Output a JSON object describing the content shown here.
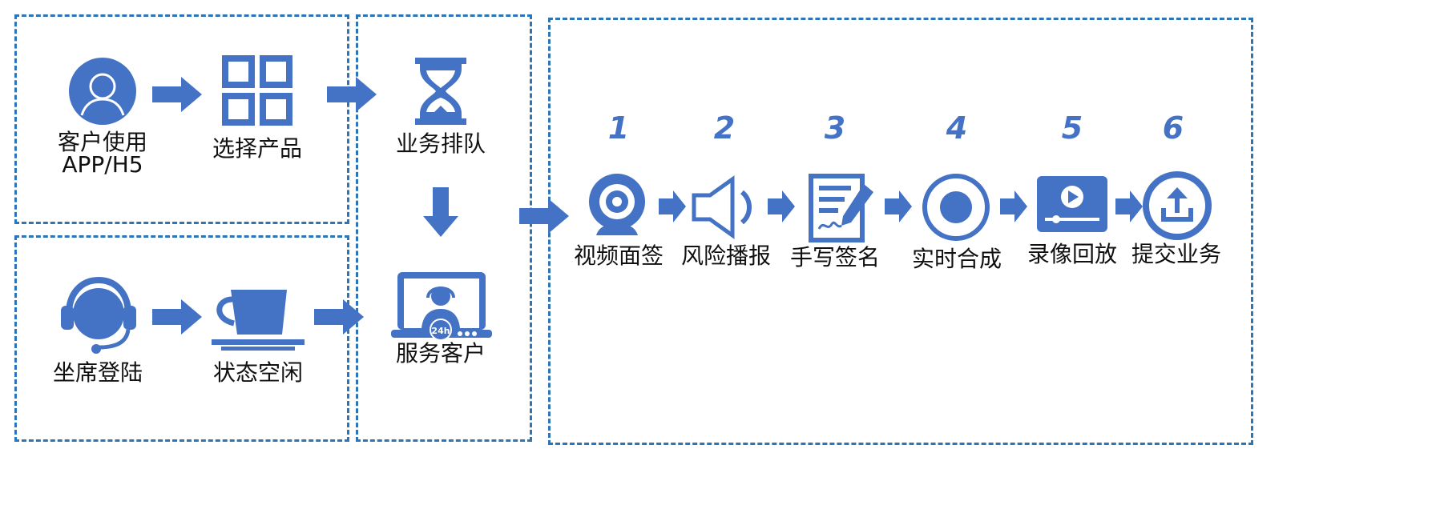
{
  "colors": {
    "accent": "#4472C4",
    "border": "#2E75B6",
    "text": "#111111"
  },
  "left_panel_top": {
    "customer_label_line1": "客户使用",
    "customer_label_line2": "APP/H5",
    "select_product_label": "选择产品"
  },
  "left_panel_bottom": {
    "agent_login_label": "坐席登陆",
    "status_idle_label": "状态空闲"
  },
  "middle_panel": {
    "queue_label": "业务排队",
    "serve_customer_label": "服务客户",
    "badge_24h": "24h"
  },
  "steps": [
    {
      "number": "1",
      "label": "视频面签",
      "icon": "webcam-icon"
    },
    {
      "number": "2",
      "label": "风险播报",
      "icon": "speaker-icon"
    },
    {
      "number": "3",
      "label": "手写签名",
      "icon": "signature-icon"
    },
    {
      "number": "4",
      "label": "实时合成",
      "icon": "record-icon"
    },
    {
      "number": "5",
      "label": "录像回放",
      "icon": "video-playback-icon"
    },
    {
      "number": "6",
      "label": "提交业务",
      "icon": "upload-icon"
    }
  ]
}
